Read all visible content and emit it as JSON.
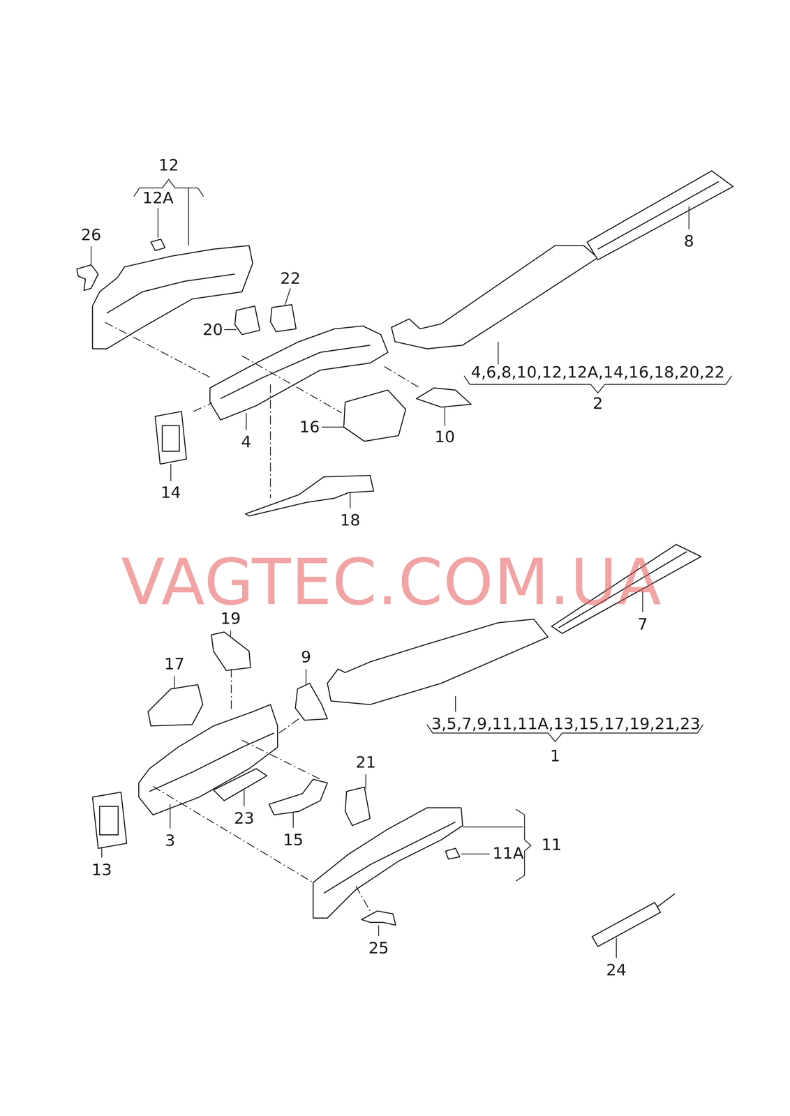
{
  "diagram": {
    "labels": [
      "12",
      "12A",
      "26",
      "22",
      "20",
      "8",
      "4,6,8,10,12,12A,14,16,18,20,22",
      "2",
      "16",
      "10",
      "4",
      "14",
      "18",
      "VAGTEC.COM.UA",
      "7",
      "19",
      "17",
      "9",
      "3,5,7,9,11,11A,13,15,17,19,21,23",
      "1",
      "21",
      "23",
      "15",
      "3",
      "11",
      "11A",
      "13",
      "25",
      "24"
    ]
  }
}
